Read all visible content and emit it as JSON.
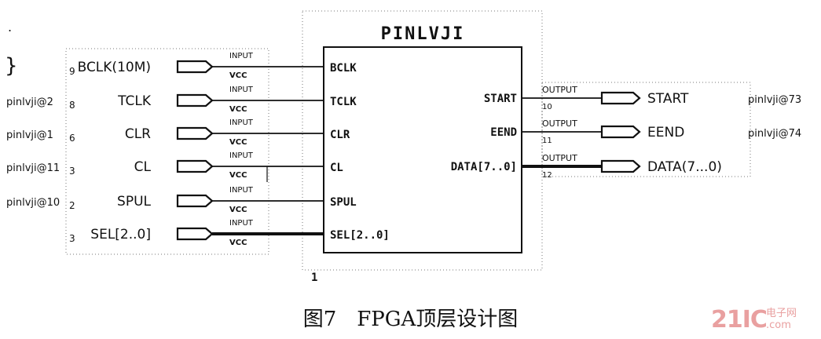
{
  "block": {
    "title": "PINLVJI",
    "inputs": [
      "BCLK",
      "TCLK",
      "CLR",
      "CL",
      "SPUL",
      "SEL[2..0]"
    ],
    "outputs": [
      "START",
      "EEND",
      "DATA[7..0]"
    ],
    "instance_number": "1"
  },
  "input_pins": [
    {
      "name": "BCLK(10M)",
      "pin": "",
      "number": "9",
      "type": "INPUT",
      "default": "VCC"
    },
    {
      "name": "TCLK",
      "pin": "pinlvji@2",
      "number": "8",
      "type": "INPUT",
      "default": "VCC"
    },
    {
      "name": "CLR",
      "pin": "pinlvji@1",
      "number": "6",
      "type": "INPUT",
      "default": "VCC"
    },
    {
      "name": "CL",
      "pin": "pinlvji@11",
      "number": "3",
      "type": "INPUT",
      "default": "VCC"
    },
    {
      "name": "SPUL",
      "pin": "pinlvji@10",
      "number": "2",
      "type": "INPUT",
      "default": "VCC"
    },
    {
      "name": "SEL[2..0]",
      "pin": "",
      "number": "3",
      "type": "INPUT",
      "default": "VCC"
    }
  ],
  "output_pins": [
    {
      "name": "START",
      "pin": "pinlvji@73",
      "number": "10",
      "type": "OUTPUT"
    },
    {
      "name": "EEND",
      "pin": "pinlvji@74",
      "number": "11",
      "type": "OUTPUT"
    },
    {
      "name": "DATA(7...0)",
      "pin": "",
      "number": "12",
      "type": "OUTPUT"
    }
  ],
  "caption": "图7　FPGA顶层设计图",
  "watermark": {
    "brand": "21IC",
    "sub1": "电子网",
    "sub2": ".com"
  },
  "colors": {
    "ink": "#111111",
    "watermark": "#e9a0a0",
    "dotted": "#777777"
  }
}
